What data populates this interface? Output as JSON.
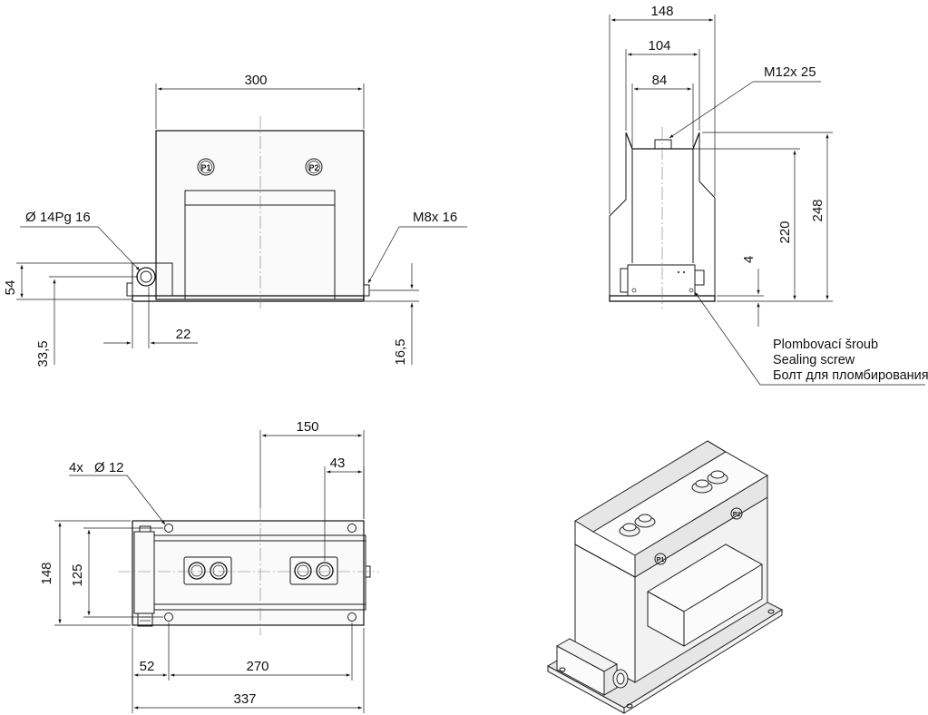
{
  "dimensions": {
    "front_width": "300",
    "front_height_left": "54",
    "front_cable_height": "33,5",
    "front_offset": "22",
    "front_bolt_height": "16,5",
    "side_width_outer": "148",
    "side_width_mid": "104",
    "side_width_inner": "84",
    "side_height_total": "248",
    "side_height_inner": "220",
    "side_base": "4",
    "top_half_length": "150",
    "top_hole_offset": "43",
    "top_width": "148",
    "top_hole_spacing": "125",
    "top_left_offset": "52",
    "top_hole_pitch": "270",
    "top_total_length": "337"
  },
  "callouts": {
    "cable_gland": "Ø 14Pg 16",
    "side_bolt": "M8x 16",
    "top_bolt": "M12x 25",
    "holes_count": "4x",
    "holes_diameter": "Ø 12"
  },
  "terminals": {
    "p1": "P1",
    "p2": "P2"
  },
  "sealing_screw": {
    "cz": "Plombovací šroub",
    "en": "Sealing screw",
    "ru": "Болт для пломбирования"
  }
}
